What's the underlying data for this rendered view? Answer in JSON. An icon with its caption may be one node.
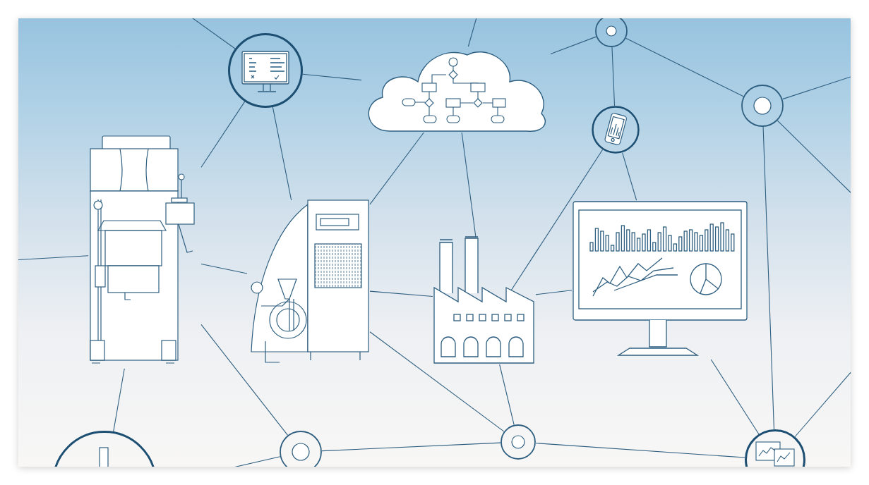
{
  "diagram": {
    "nodes": [
      {
        "text": [],
        "shape": "picture"
      },
      {
        "text": [],
        "shape": "cloud"
      },
      {
        "text": [],
        "shape": "circle"
      },
      {
        "text": [],
        "shape": "picture"
      },
      {
        "text": [],
        "shape": "circle"
      },
      {
        "text": [],
        "shape": "picture"
      },
      {
        "text": [],
        "shape": "picture"
      },
      {
        "text": [],
        "shape": "picture"
      },
      {
        "text": [],
        "shape": "picture"
      },
      {
        "text": [],
        "shape": "picture"
      },
      {
        "text": [],
        "shape": "circle"
      },
      {
        "text": [],
        "shape": "circle"
      },
      {
        "text": [],
        "shape": "picture"
      }
    ],
    "edges": [
      {
        "from": null,
        "to": 0,
        "arrow": "none"
      },
      {
        "from": 0,
        "to": 1,
        "arrow": "none"
      },
      {
        "from": 0,
        "to": 5,
        "arrow": "none"
      },
      {
        "from": 0,
        "to": 6,
        "arrow": "none"
      },
      {
        "from": null,
        "to": 1,
        "arrow": "none"
      },
      {
        "from": 1,
        "to": 2,
        "arrow": "none"
      },
      {
        "from": 1,
        "to": 6,
        "arrow": "none"
      },
      {
        "from": 1,
        "to": 7,
        "arrow": "none"
      },
      {
        "from": 2,
        "to": 3,
        "arrow": "none"
      },
      {
        "from": 2,
        "to": 4,
        "arrow": "none"
      },
      {
        "from": 3,
        "to": 7,
        "arrow": "none"
      },
      {
        "from": 3,
        "to": 8,
        "arrow": "none"
      },
      {
        "from": 4,
        "to": null,
        "arrow": "none"
      },
      {
        "from": 4,
        "to": 12,
        "arrow": "none"
      },
      {
        "from": 4,
        "to": null,
        "arrow": "none"
      },
      {
        "from": 5,
        "to": 6,
        "arrow": "none"
      },
      {
        "from": null,
        "to": 5,
        "arrow": "none"
      },
      {
        "from": 5,
        "to": 9,
        "arrow": "none"
      },
      {
        "from": 5,
        "to": 10,
        "arrow": "none"
      },
      {
        "from": 6,
        "to": 7,
        "arrow": "none"
      },
      {
        "from": 6,
        "to": 11,
        "arrow": "none"
      },
      {
        "from": 7,
        "to": 8,
        "arrow": "none"
      },
      {
        "from": 7,
        "to": 11,
        "arrow": "none"
      },
      {
        "from": 8,
        "to": 12,
        "arrow": "none"
      },
      {
        "from": 10,
        "to": 11,
        "arrow": "none"
      },
      {
        "from": 11,
        "to": 12,
        "arrow": "none"
      },
      {
        "from": 12,
        "to": null,
        "arrow": "none"
      },
      {
        "from": null,
        "to": 10,
        "arrow": "none"
      }
    ]
  }
}
